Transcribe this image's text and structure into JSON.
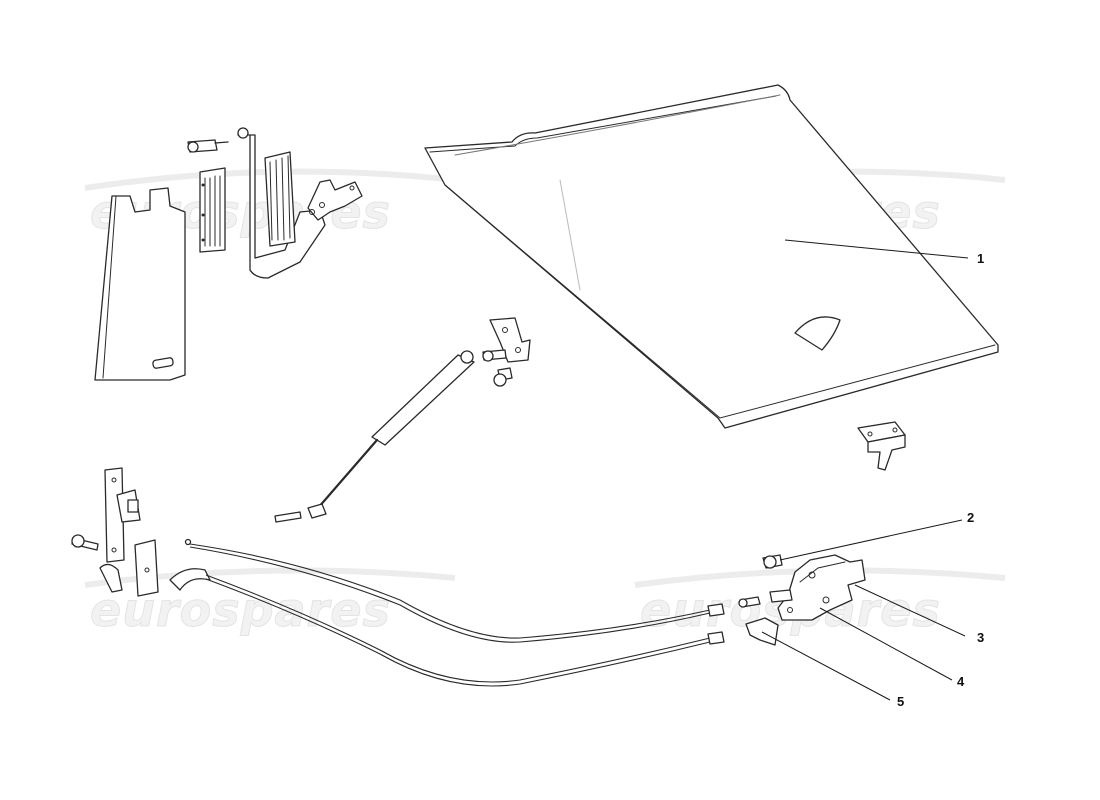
{
  "watermark": {
    "text": "eurospares"
  },
  "callouts": [
    {
      "label": "1"
    },
    {
      "label": "2"
    },
    {
      "label": "3"
    },
    {
      "label": "4"
    },
    {
      "label": "5"
    }
  ]
}
